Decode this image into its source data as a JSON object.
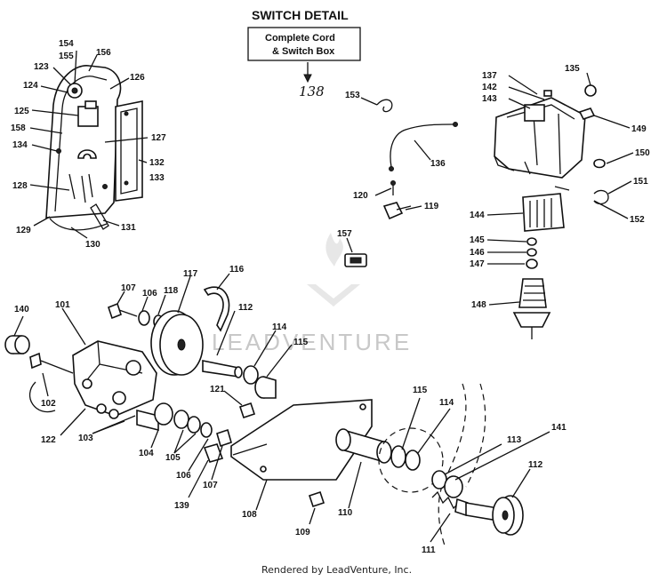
{
  "title": "SWITCH DETAIL",
  "callout_box": {
    "line1": "Complete Cord",
    "line2": "& Switch Box"
  },
  "callout_ref": "138",
  "watermark": "LEADVENTURE",
  "footer": "Rendered by LeadVenture, Inc.",
  "part_labels": {
    "p154": "154",
    "p155": "155",
    "p156": "156",
    "p123": "123",
    "p124": "124",
    "p126": "126",
    "p125": "125",
    "p158": "158",
    "p127": "127",
    "p134": "134",
    "p132": "132",
    "p133": "133",
    "p128": "128",
    "p129": "129",
    "p130": "130",
    "p131": "131",
    "p137": "137",
    "p142": "142",
    "p143": "143",
    "p135": "135",
    "p149": "149",
    "p150": "150",
    "p151": "151",
    "p152": "152",
    "p144": "144",
    "p145": "145",
    "p146": "146",
    "p147": "147",
    "p148": "148",
    "p153": "153",
    "p136": "136",
    "p120": "120",
    "p119": "119",
    "p157": "157",
    "p140": "140",
    "p101": "101",
    "p107a": "107",
    "p106a": "106",
    "p118": "118",
    "p117": "117",
    "p116": "116",
    "p112a": "112",
    "p114a": "114",
    "p115a": "115",
    "p121": "121",
    "p102": "102",
    "p122": "122",
    "p103": "103",
    "p104": "104",
    "p105": "105",
    "p106b": "106",
    "p107b": "107",
    "p139": "139",
    "p108": "108",
    "p109": "109",
    "p110": "110",
    "p115b": "115",
    "p114b": "114",
    "p113": "113",
    "p141": "141",
    "p112b": "112",
    "p111": "111"
  }
}
